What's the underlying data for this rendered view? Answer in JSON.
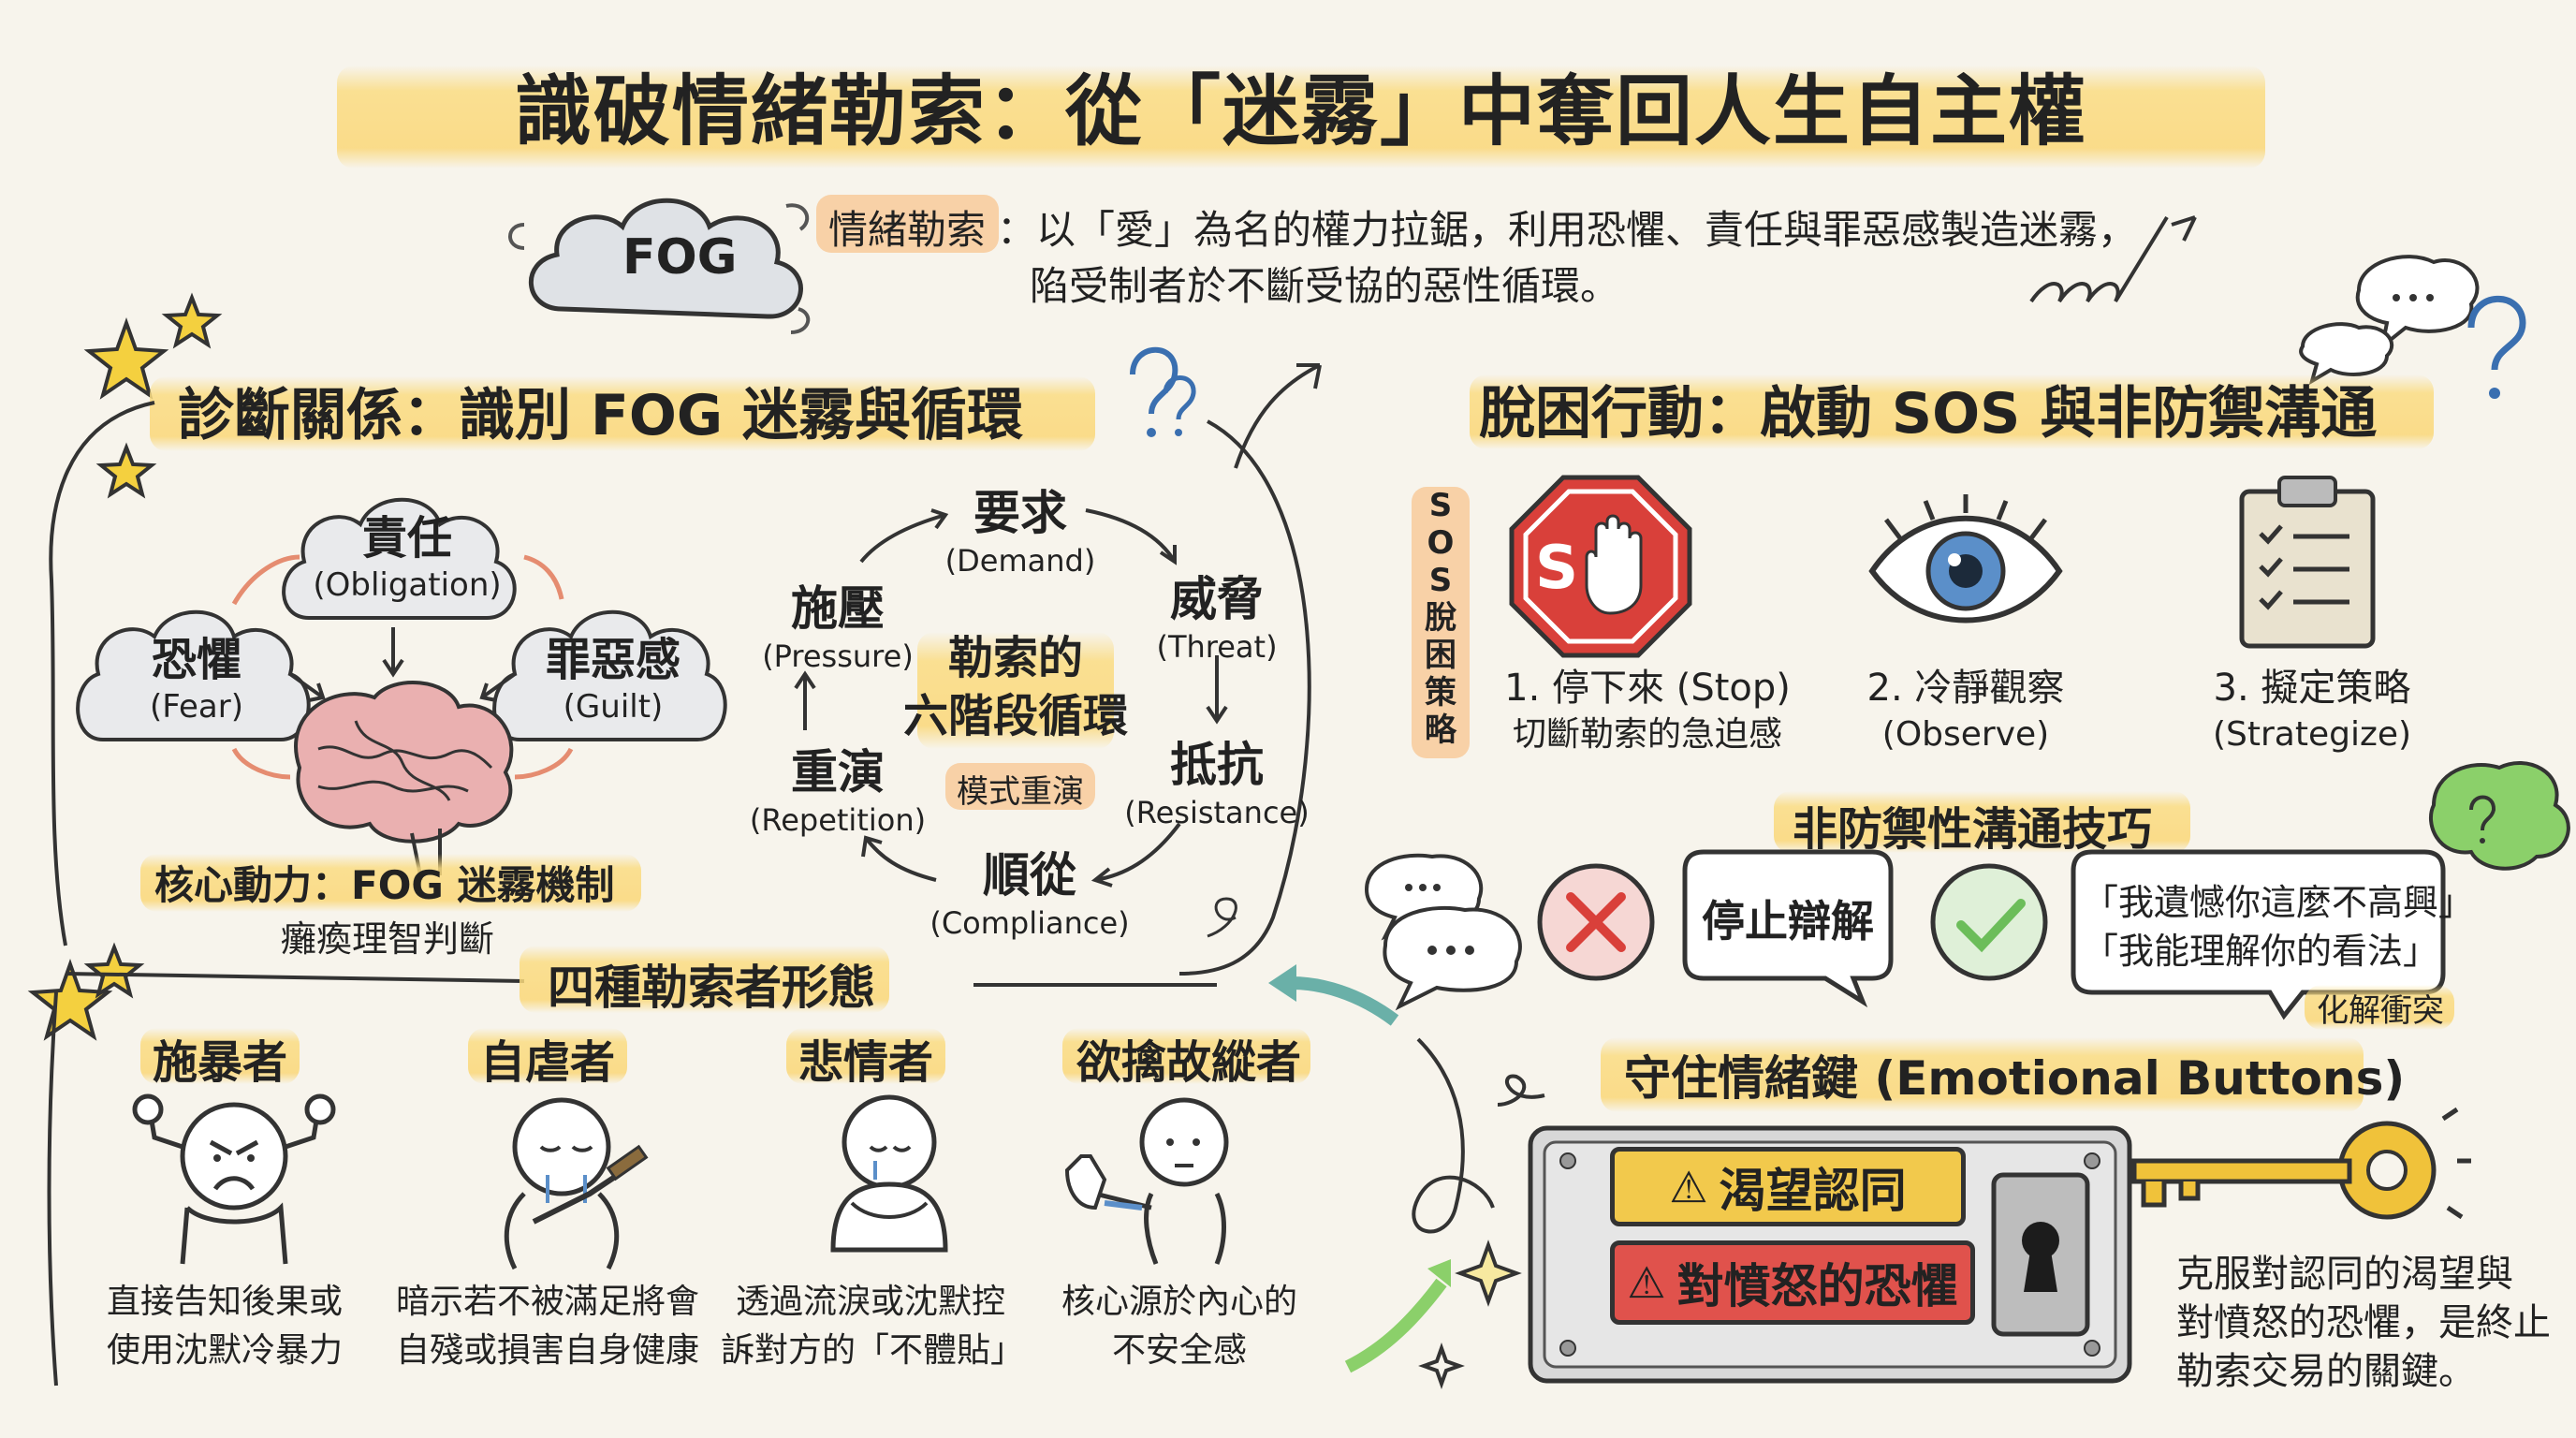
{
  "title": "識破情緒勒索：從「迷霧」中奪回人生自主權",
  "intro": {
    "fog_label": "FOG",
    "term": "情緒勒索",
    "line1": "：以「愛」為名的權力拉鋸，利用恐懼、責任與罪惡感製造迷霧，",
    "line2": "陷受制者於不斷受協的惡性循環。"
  },
  "diagnose": {
    "title": "診斷關係：識別 FOG 迷霧與循環",
    "fog": {
      "obligation_zh": "責任",
      "obligation_en": "(Obligation)",
      "fear_zh": "恐懼",
      "fear_en": "(Fear)",
      "guilt_zh": "罪惡感",
      "guilt_en": "(Guilt)",
      "core_title": "核心動力：FOG 迷霧機制",
      "core_sub": "癱瘓理智判斷"
    },
    "cycle": {
      "center_line1": "勒索的",
      "center_line2": "六階段循環",
      "center_tag": "模式重演",
      "nodes": [
        {
          "zh": "要求",
          "en": "(Demand)"
        },
        {
          "zh": "威脅",
          "en": "(Threat)"
        },
        {
          "zh": "抵抗",
          "en": "(Resistance)"
        },
        {
          "zh": "順從",
          "en": "(Compliance)"
        },
        {
          "zh": "重演",
          "en": "(Repetition)"
        },
        {
          "zh": "施壓",
          "en": "(Pressure)"
        }
      ]
    }
  },
  "types": {
    "title": "四種勒索者形態",
    "items": [
      {
        "name": "施暴者",
        "desc1": "直接告知後果或",
        "desc2": "使用沈默冷暴力"
      },
      {
        "name": "自虐者",
        "desc1": "暗示若不被滿足將會",
        "desc2": "自殘或損害自身健康"
      },
      {
        "name": "悲情者",
        "desc1": "透過流淚或沈默控",
        "desc2": "訴對方的「不體貼」"
      },
      {
        "name": "欲擒故縱者",
        "desc1": "核心源於內心的",
        "desc2": "不安全感"
      }
    ]
  },
  "escape": {
    "title": "脫困行動：啟動 SOS 與非防禦溝通",
    "sos_side": [
      "S",
      "O",
      "S",
      "脫",
      "困",
      "策",
      "略"
    ],
    "steps": [
      {
        "name": "1. 停下來 (Stop)",
        "sub": "切斷勒索的急迫感"
      },
      {
        "name": "2. 冷靜觀察",
        "sub": "(Observe)"
      },
      {
        "name": "3. 擬定策略",
        "sub": "(Strategize)"
      }
    ],
    "stop_letter": "S",
    "comm": {
      "title": "非防禦性溝通技巧",
      "stop_defend": "停止辯解",
      "phrase1": "「我遺憾你這麼不高興」",
      "phrase2": "「我能理解你的看法」",
      "resolve": "化解衝突"
    },
    "buttons": {
      "title": "守住情緒鍵 (Emotional Buttons)",
      "btn1": "渴望認同",
      "btn2": "對憤怒的恐懼",
      "note1": "克服對認同的渴望與",
      "note2": "對憤怒的恐懼，是終止",
      "note3": "勒索交易的關鍵。"
    }
  },
  "colors": {
    "yellow_highlight": "#f8d47c",
    "orange_highlight": "#f6c08f",
    "stop_red": "#d9403a",
    "eye_blue": "#5b8fc9",
    "check_green": "#6cbd5a",
    "warn_yellow": "#f2c94c",
    "warn_red": "#e0524c",
    "key_gold": "#f0c23a"
  }
}
